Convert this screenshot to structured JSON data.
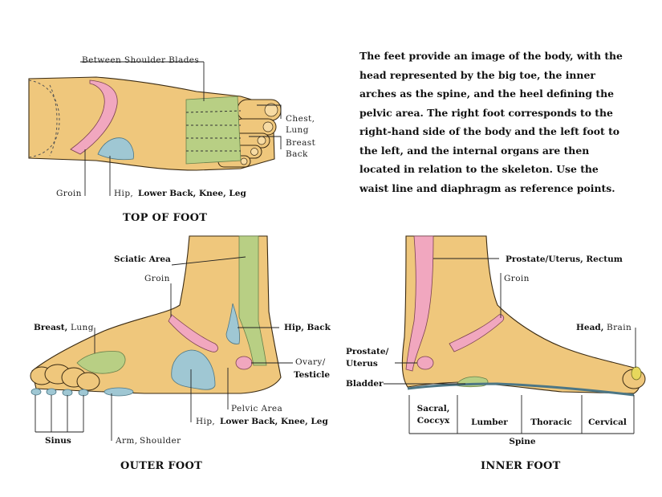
{
  "description": "The feet provide an image of the body, with the head represented by the big toe, the inner arches as the spine, and the heel defining the pelvic area. The right foot corresponds to the right-hand side of the body and the left foot to the left, and the internal organs are then located in relation to the skeleton. Use the waist line and diaphragm as reference points.",
  "top_foot": {
    "caption": "TOP OF FOOT",
    "labels": {
      "between_shoulder_blades": "Between Shoulder Blades",
      "chest": "Chest,",
      "lung": "Lung",
      "breast": "Breast",
      "back": "Back",
      "groin": "Groin",
      "hip": "Hip,",
      "lower_back_knee_leg": "Lower Back, Knee, Leg"
    }
  },
  "outer_foot": {
    "caption": "OUTER FOOT",
    "labels": {
      "sciatic_area": "Sciatic Area",
      "groin": "Groin",
      "breast": "Breast,",
      "lung": "Lung",
      "hip_back": "Hip, Back",
      "ovary": "Ovary/",
      "testicle": "Testicle",
      "pelvic_area": "Pelvic Area",
      "hip": "Hip,",
      "lower_back_knee_leg": "Lower Back, Knee, Leg",
      "sinus": "Sinus",
      "arm": "Arm,",
      "shoulder": "Shoulder"
    }
  },
  "inner_foot": {
    "caption": "INNER FOOT",
    "labels": {
      "prostate_uterus_rectum": "Prostate/Uterus, Rectum",
      "groin": "Groin",
      "head": "Head,",
      "brain": "Brain",
      "prostate": "Prostate/",
      "uterus": "Uterus",
      "bladder": "Bladder"
    },
    "spine_label": "Spine",
    "spine_segments": [
      {
        "line1": "Sacral,",
        "line2": "Coccyx"
      },
      {
        "line1": "Lumber",
        "line2": ""
      },
      {
        "line1": "Thoracic",
        "line2": ""
      },
      {
        "line1": "Cervical",
        "line2": ""
      }
    ]
  },
  "colors": {
    "skin": "#efc77c",
    "pink_zone": "#f1a7bf",
    "blue_zone": "#9fc7d3",
    "green_zone": "#b8cf84"
  }
}
